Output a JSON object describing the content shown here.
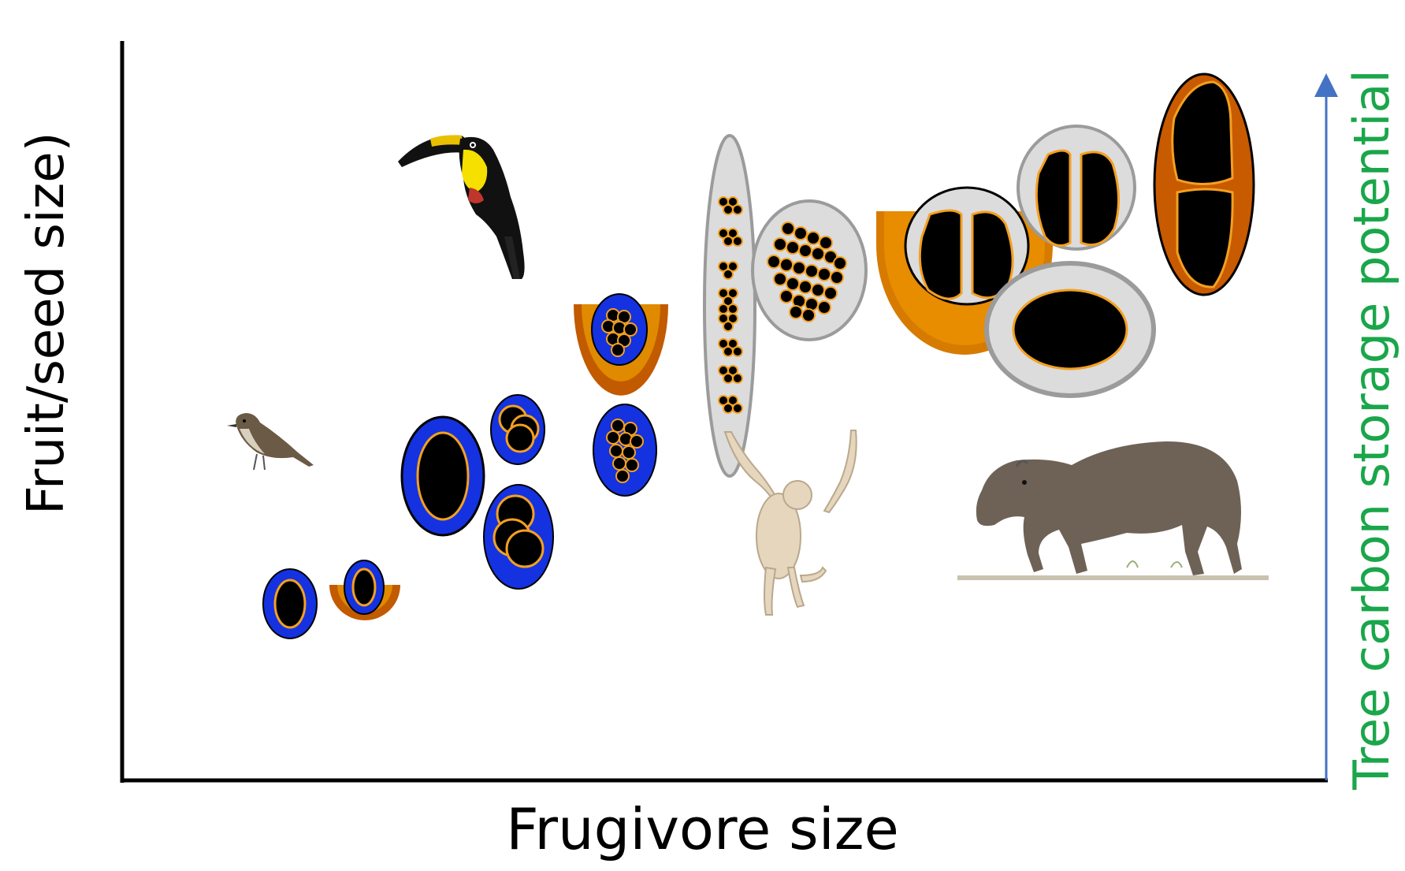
{
  "x_axis_label": "Frugivore size",
  "y_axis_label": "Fruit/seed size)",
  "secondary_axis_label": "Tree carbon storage potential",
  "colors": {
    "axis": "#000000",
    "arrow": "#4472c4",
    "secondary_label": "#1aa64a",
    "fruit_blue": "#1432e0",
    "fruit_orange": "#d47a00",
    "fruit_gray": "#dcdcdc",
    "seed": "#000000",
    "seed_outline": "#f3a021"
  },
  "frugivores": [
    "small-bird",
    "toucan",
    "spider-monkey",
    "tapir"
  ]
}
